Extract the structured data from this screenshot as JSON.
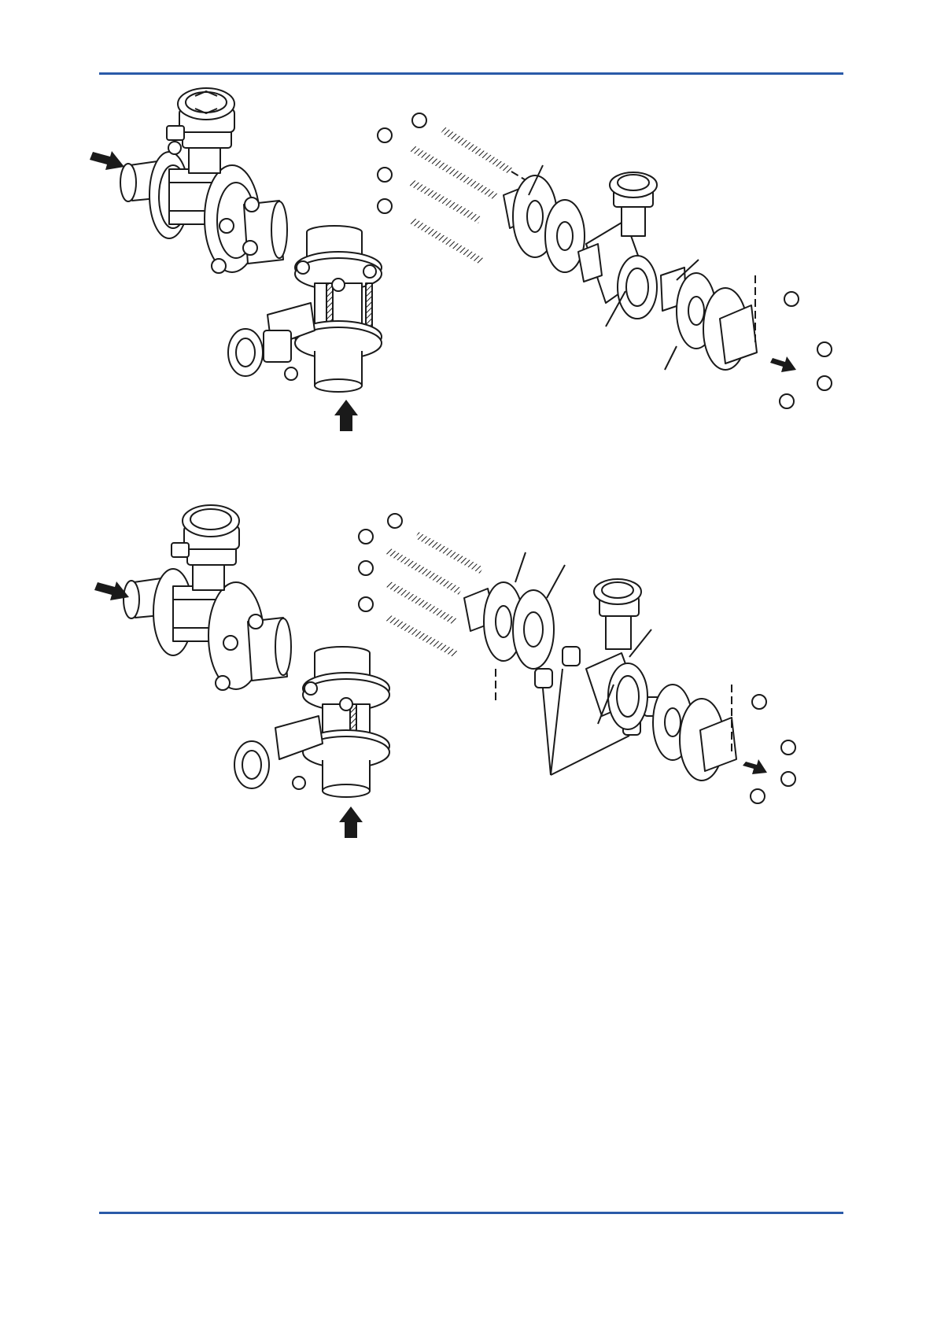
{
  "page": {
    "accent_color": "#2a5aa8",
    "line_color": "#1a1a1a"
  },
  "figures": [
    {
      "id": "figure-1",
      "illustration": "flowmeter-installation-with-centering-device",
      "flow_arrows": [
        "horizontal-flow-arrow",
        "vertical-flow-arrow",
        "outlet-flow-arrow"
      ]
    },
    {
      "id": "figure-2",
      "illustration": "flowmeter-installation-with-spacer-collars",
      "flow_arrows": [
        "horizontal-flow-arrow",
        "vertical-flow-arrow",
        "outlet-flow-arrow"
      ]
    }
  ]
}
